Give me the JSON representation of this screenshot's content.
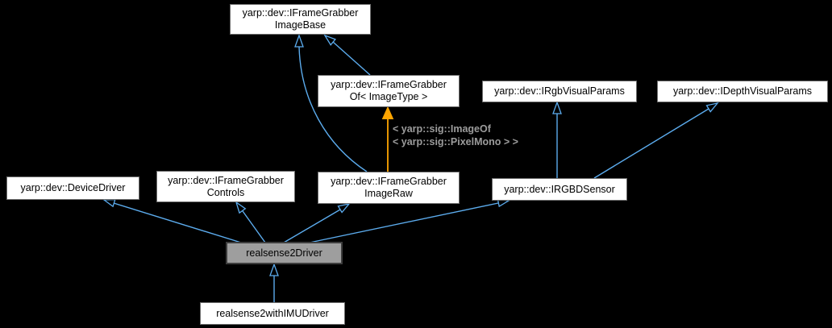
{
  "colors": {
    "background": "#000000",
    "node_fill": "#ffffff",
    "node_border": "#6e6e6e",
    "node_text": "#000000",
    "highlight_node_fill": "#9e9e9e",
    "highlight_node_border": "#3d3d3d",
    "inheritance_edge": "#5cacee",
    "template_edge": "#ffa500",
    "edge_label_text": "#9c9c9c"
  },
  "nodes": {
    "iframegrabber_imagebase": {
      "label": "yarp::dev::IFrameGrabber\nImageBase"
    },
    "iframegrabber_of": {
      "label": "yarp::dev::IFrameGrabber\nOf< ImageType >"
    },
    "irgbvisualparams": {
      "label": "yarp::dev::IRgbVisualParams"
    },
    "idepthvisualparams": {
      "label": "yarp::dev::IDepthVisualParams"
    },
    "devicedriver": {
      "label": "yarp::dev::DeviceDriver"
    },
    "iframegrabber_controls": {
      "label": "yarp::dev::IFrameGrabber\nControls"
    },
    "iframegrabber_imageraw": {
      "label": "yarp::dev::IFrameGrabber\nImageRaw"
    },
    "irgbdsensor": {
      "label": "yarp::dev::IRGBDSensor"
    },
    "realsense2driver": {
      "label": "realsense2Driver",
      "highlighted": true
    },
    "realsense2withimudriver": {
      "label": "realsense2withIMUDriver"
    }
  },
  "edge_label": "< yarp::sig::ImageOf\n< yarp::sig::PixelMono > >",
  "edges": [
    {
      "from": "iframegrabber_of",
      "to": "iframegrabber_imagebase",
      "type": "inheritance"
    },
    {
      "from": "iframegrabber_imageraw",
      "to": "iframegrabber_imagebase",
      "type": "inheritance"
    },
    {
      "from": "iframegrabber_imageraw",
      "to": "iframegrabber_of",
      "type": "template-instantiation",
      "label": "< yarp::sig::ImageOf\n< yarp::sig::PixelMono > >"
    },
    {
      "from": "irgbdsensor",
      "to": "irgbvisualparams",
      "type": "inheritance"
    },
    {
      "from": "irgbdsensor",
      "to": "idepthvisualparams",
      "type": "inheritance"
    },
    {
      "from": "realsense2driver",
      "to": "devicedriver",
      "type": "inheritance"
    },
    {
      "from": "realsense2driver",
      "to": "iframegrabber_controls",
      "type": "inheritance"
    },
    {
      "from": "realsense2driver",
      "to": "iframegrabber_imageraw",
      "type": "inheritance"
    },
    {
      "from": "realsense2driver",
      "to": "irgbdsensor",
      "type": "inheritance"
    },
    {
      "from": "realsense2withimudriver",
      "to": "realsense2driver",
      "type": "inheritance"
    }
  ]
}
